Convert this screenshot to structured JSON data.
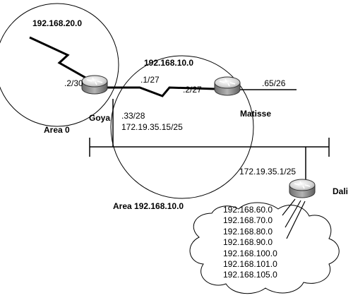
{
  "networks": {
    "net_20": "192.168.20.0",
    "net_10": "192.168.10.0"
  },
  "areas": {
    "area_0": "Area 0",
    "area_10": "Area 192.168.10.0"
  },
  "routers": {
    "goya": "Goya",
    "matisse": "Matisse",
    "dali": "Dali"
  },
  "interfaces": {
    "goya_serial_wan": ".2/30",
    "goya_serial_matisse": ".1/27",
    "matisse_serial": ".2/27",
    "matisse_ethernet": ".65/26",
    "goya_ethernet_33": ".33/28",
    "goya_ethernet_172": "172.19.35.15/25",
    "dali_ethernet": "172.19.35.1/25"
  },
  "dali_networks": [
    "192.168.60.0",
    "192.168.70.0",
    "192.168.80.0",
    "192.168.90.0",
    "192.168.100.0",
    "192.168.101.0",
    "192.168.105.0"
  ],
  "colors": {
    "line": "#000000",
    "router_top": "#e9e9e9",
    "router_side": "#9a9a9a"
  }
}
